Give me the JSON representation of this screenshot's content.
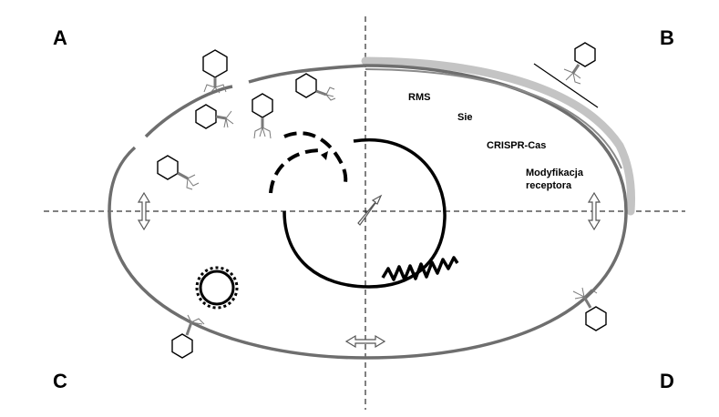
{
  "quadrants": {
    "top_left": "A",
    "top_right": "B",
    "bottom_left": "C",
    "bottom_right": "D"
  },
  "mechanisms": {
    "rms": "RMS",
    "sie": "Sie",
    "crispr": "CRISPR-Cas",
    "receptor_line1": "Modyfikacja",
    "receptor_line2": "receptora"
  },
  "colors": {
    "membrane": "#6e6e6e",
    "capsule_light": "#bdbdbd",
    "dna": "#000000",
    "axis": "#000000",
    "phage": "#000000",
    "phage_tail": "#7a7a7a",
    "arrow": "#555555"
  }
}
